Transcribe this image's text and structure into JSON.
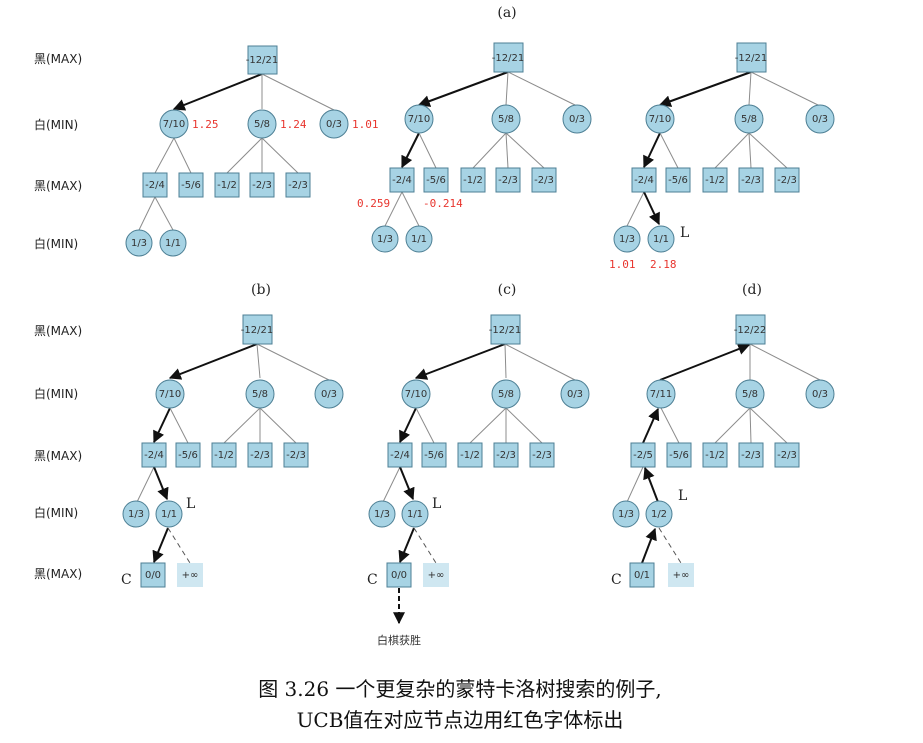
{
  "labels": {
    "black_max": "黑(MAX)",
    "white_min": "白(MIN)",
    "panel_a": "(a)",
    "panel_b": "(b)",
    "panel_c": "(c)",
    "panel_d": "(d)",
    "letter_l": "L",
    "letter_c": "C",
    "white_wins": "白棋获胜"
  },
  "nodes": {
    "root": "-12/21",
    "root_d": "-12/22",
    "n710": "7/10",
    "n711": "7/11",
    "n58": "5/8",
    "n03": "0/3",
    "n24": "-2/4",
    "n25": "-2/5",
    "n56": "-5/6",
    "n12": "-1/2",
    "n23": "-2/3",
    "n13": "1/3",
    "n11": "1/1",
    "n12b": "1/2",
    "n00": "0/0",
    "n01": "0/1",
    "inf": "+∞"
  },
  "ucb": {
    "u125": "1.25",
    "u124": "1.24",
    "u101": "1.01",
    "u0259": "0.259",
    "u0214": "-0.214",
    "u218": "2.18"
  },
  "caption": {
    "line1": "图 3.26 一个更复杂的蒙特卡洛树搜索的例子,",
    "line2": "UCB值在对应节点边用红色字体标出"
  }
}
